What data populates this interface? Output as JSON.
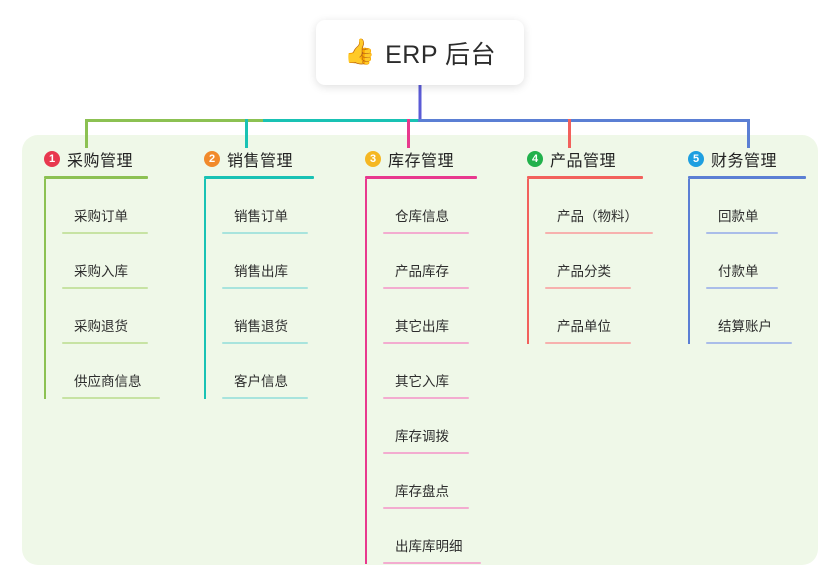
{
  "root": {
    "icon": "thumbs-up-icon",
    "emoji": "👍",
    "title": "ERP 后台"
  },
  "palette": {
    "panel_bg": "#eff8e8",
    "page_bg": "#ffffff",
    "text": "#2d2d2d",
    "root_connector": "#5b5bd6"
  },
  "columns": [
    {
      "number": "1",
      "title": "采购管理",
      "badge_color": "#e8384f",
      "line_color": "#8cc152",
      "leaf_line_color": "#c7e3a3",
      "items": [
        {
          "label": "采购订单",
          "rule_width": 86
        },
        {
          "label": "采购入库",
          "rule_width": 86
        },
        {
          "label": "采购退货",
          "rule_width": 86
        },
        {
          "label": "供应商信息",
          "rule_width": 98
        }
      ]
    },
    {
      "number": "2",
      "title": "销售管理",
      "badge_color": "#f18a2b",
      "line_color": "#19c2b4",
      "leaf_line_color": "#a8e4dd",
      "items": [
        {
          "label": "销售订单",
          "rule_width": 86
        },
        {
          "label": "销售出库",
          "rule_width": 86
        },
        {
          "label": "销售退货",
          "rule_width": 86
        },
        {
          "label": "客户信息",
          "rule_width": 86
        }
      ]
    },
    {
      "number": "3",
      "title": "库存管理",
      "badge_color": "#f5b722",
      "line_color": "#e8398e",
      "leaf_line_color": "#f3acd0",
      "items": [
        {
          "label": "仓库信息",
          "rule_width": 86
        },
        {
          "label": "产品库存",
          "rule_width": 86
        },
        {
          "label": "其它出库",
          "rule_width": 86
        },
        {
          "label": "其它入库",
          "rule_width": 86
        },
        {
          "label": "库存调拨",
          "rule_width": 86
        },
        {
          "label": "库存盘点",
          "rule_width": 86
        },
        {
          "label": "出库库明细",
          "rule_width": 98
        }
      ]
    },
    {
      "number": "4",
      "title": "产品管理",
      "badge_color": "#22b14c",
      "line_color": "#f2615c",
      "leaf_line_color": "#f7b1ae",
      "items": [
        {
          "label": "产品（物料）",
          "rule_width": 108
        },
        {
          "label": "产品分类",
          "rule_width": 86
        },
        {
          "label": "产品单位",
          "rule_width": 86
        }
      ]
    },
    {
      "number": "5",
      "title": "财务管理",
      "badge_color": "#1e9fe0",
      "line_color": "#5b7fd4",
      "leaf_line_color": "#aabde9",
      "items": [
        {
          "label": "回款单",
          "rule_width": 72
        },
        {
          "label": "付款单",
          "rule_width": 72
        },
        {
          "label": "结算账户",
          "rule_width": 86
        }
      ]
    }
  ],
  "layout": {
    "column_x": [
      44,
      204,
      365,
      527,
      688
    ],
    "head_rule_width": [
      104,
      110,
      112,
      116,
      118
    ]
  }
}
